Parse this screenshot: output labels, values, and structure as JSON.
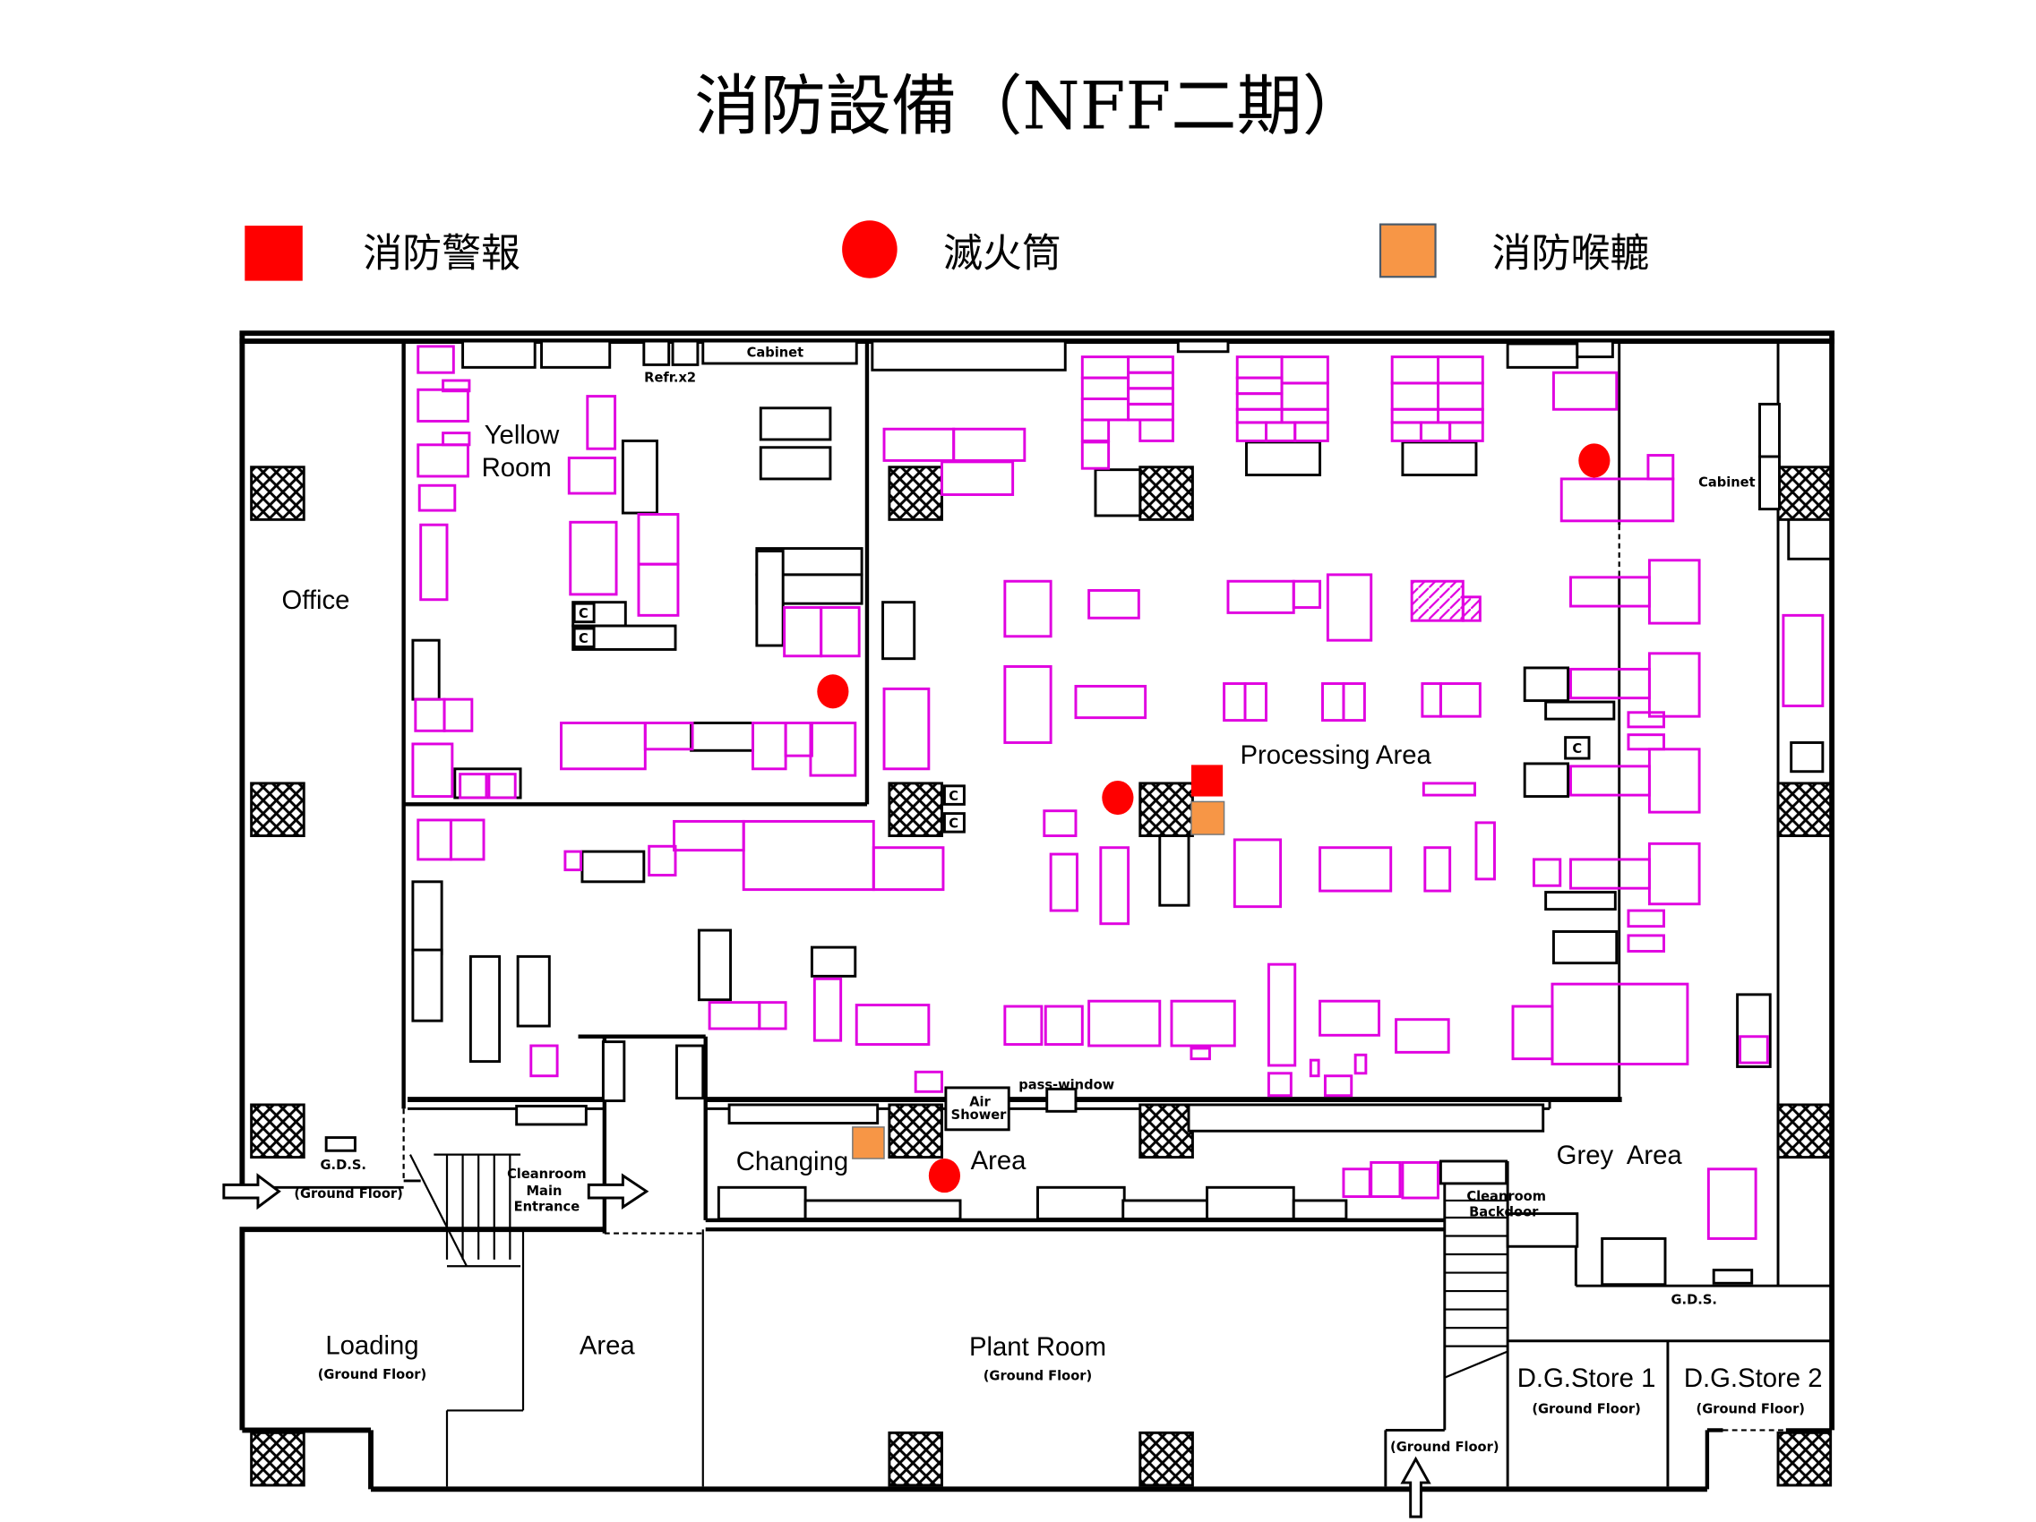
{
  "title": "消防設備（NFF二期）",
  "legend": [
    {
      "label": "消防警報",
      "color": "#ff0000",
      "shape": "square"
    },
    {
      "label": "滅火筒",
      "color": "#ff0000",
      "shape": "circle"
    },
    {
      "label": "消防喉轆",
      "color": "#f79646",
      "shape": "square"
    }
  ],
  "rooms": {
    "office": "Office",
    "yellow_room": [
      "Yellow",
      "Room"
    ],
    "processing_area": "Processing Area",
    "changing": "Changing",
    "changing_area": "Area",
    "grey_area": "Grey  Area",
    "loading": "Loading",
    "loading_area": "Area",
    "plant_room": "Plant Room",
    "dg_store_1": "D.G.Store 1",
    "dg_store_2": "D.G.Store 2"
  },
  "annotations": {
    "ground_floor": "(Ground Floor)",
    "gds": "G.D.S.",
    "cleanroom_main_entrance": [
      "Cleanroom",
      "Main",
      "Entrance"
    ],
    "cleanroom_backdoor": [
      "Cleanroom",
      "Backdoor"
    ],
    "air_shower": [
      "Air",
      "Shower"
    ],
    "pass_window": "pass-window",
    "refr": "Refr.x2",
    "cabinet": "Cabinet",
    "c": "C"
  }
}
